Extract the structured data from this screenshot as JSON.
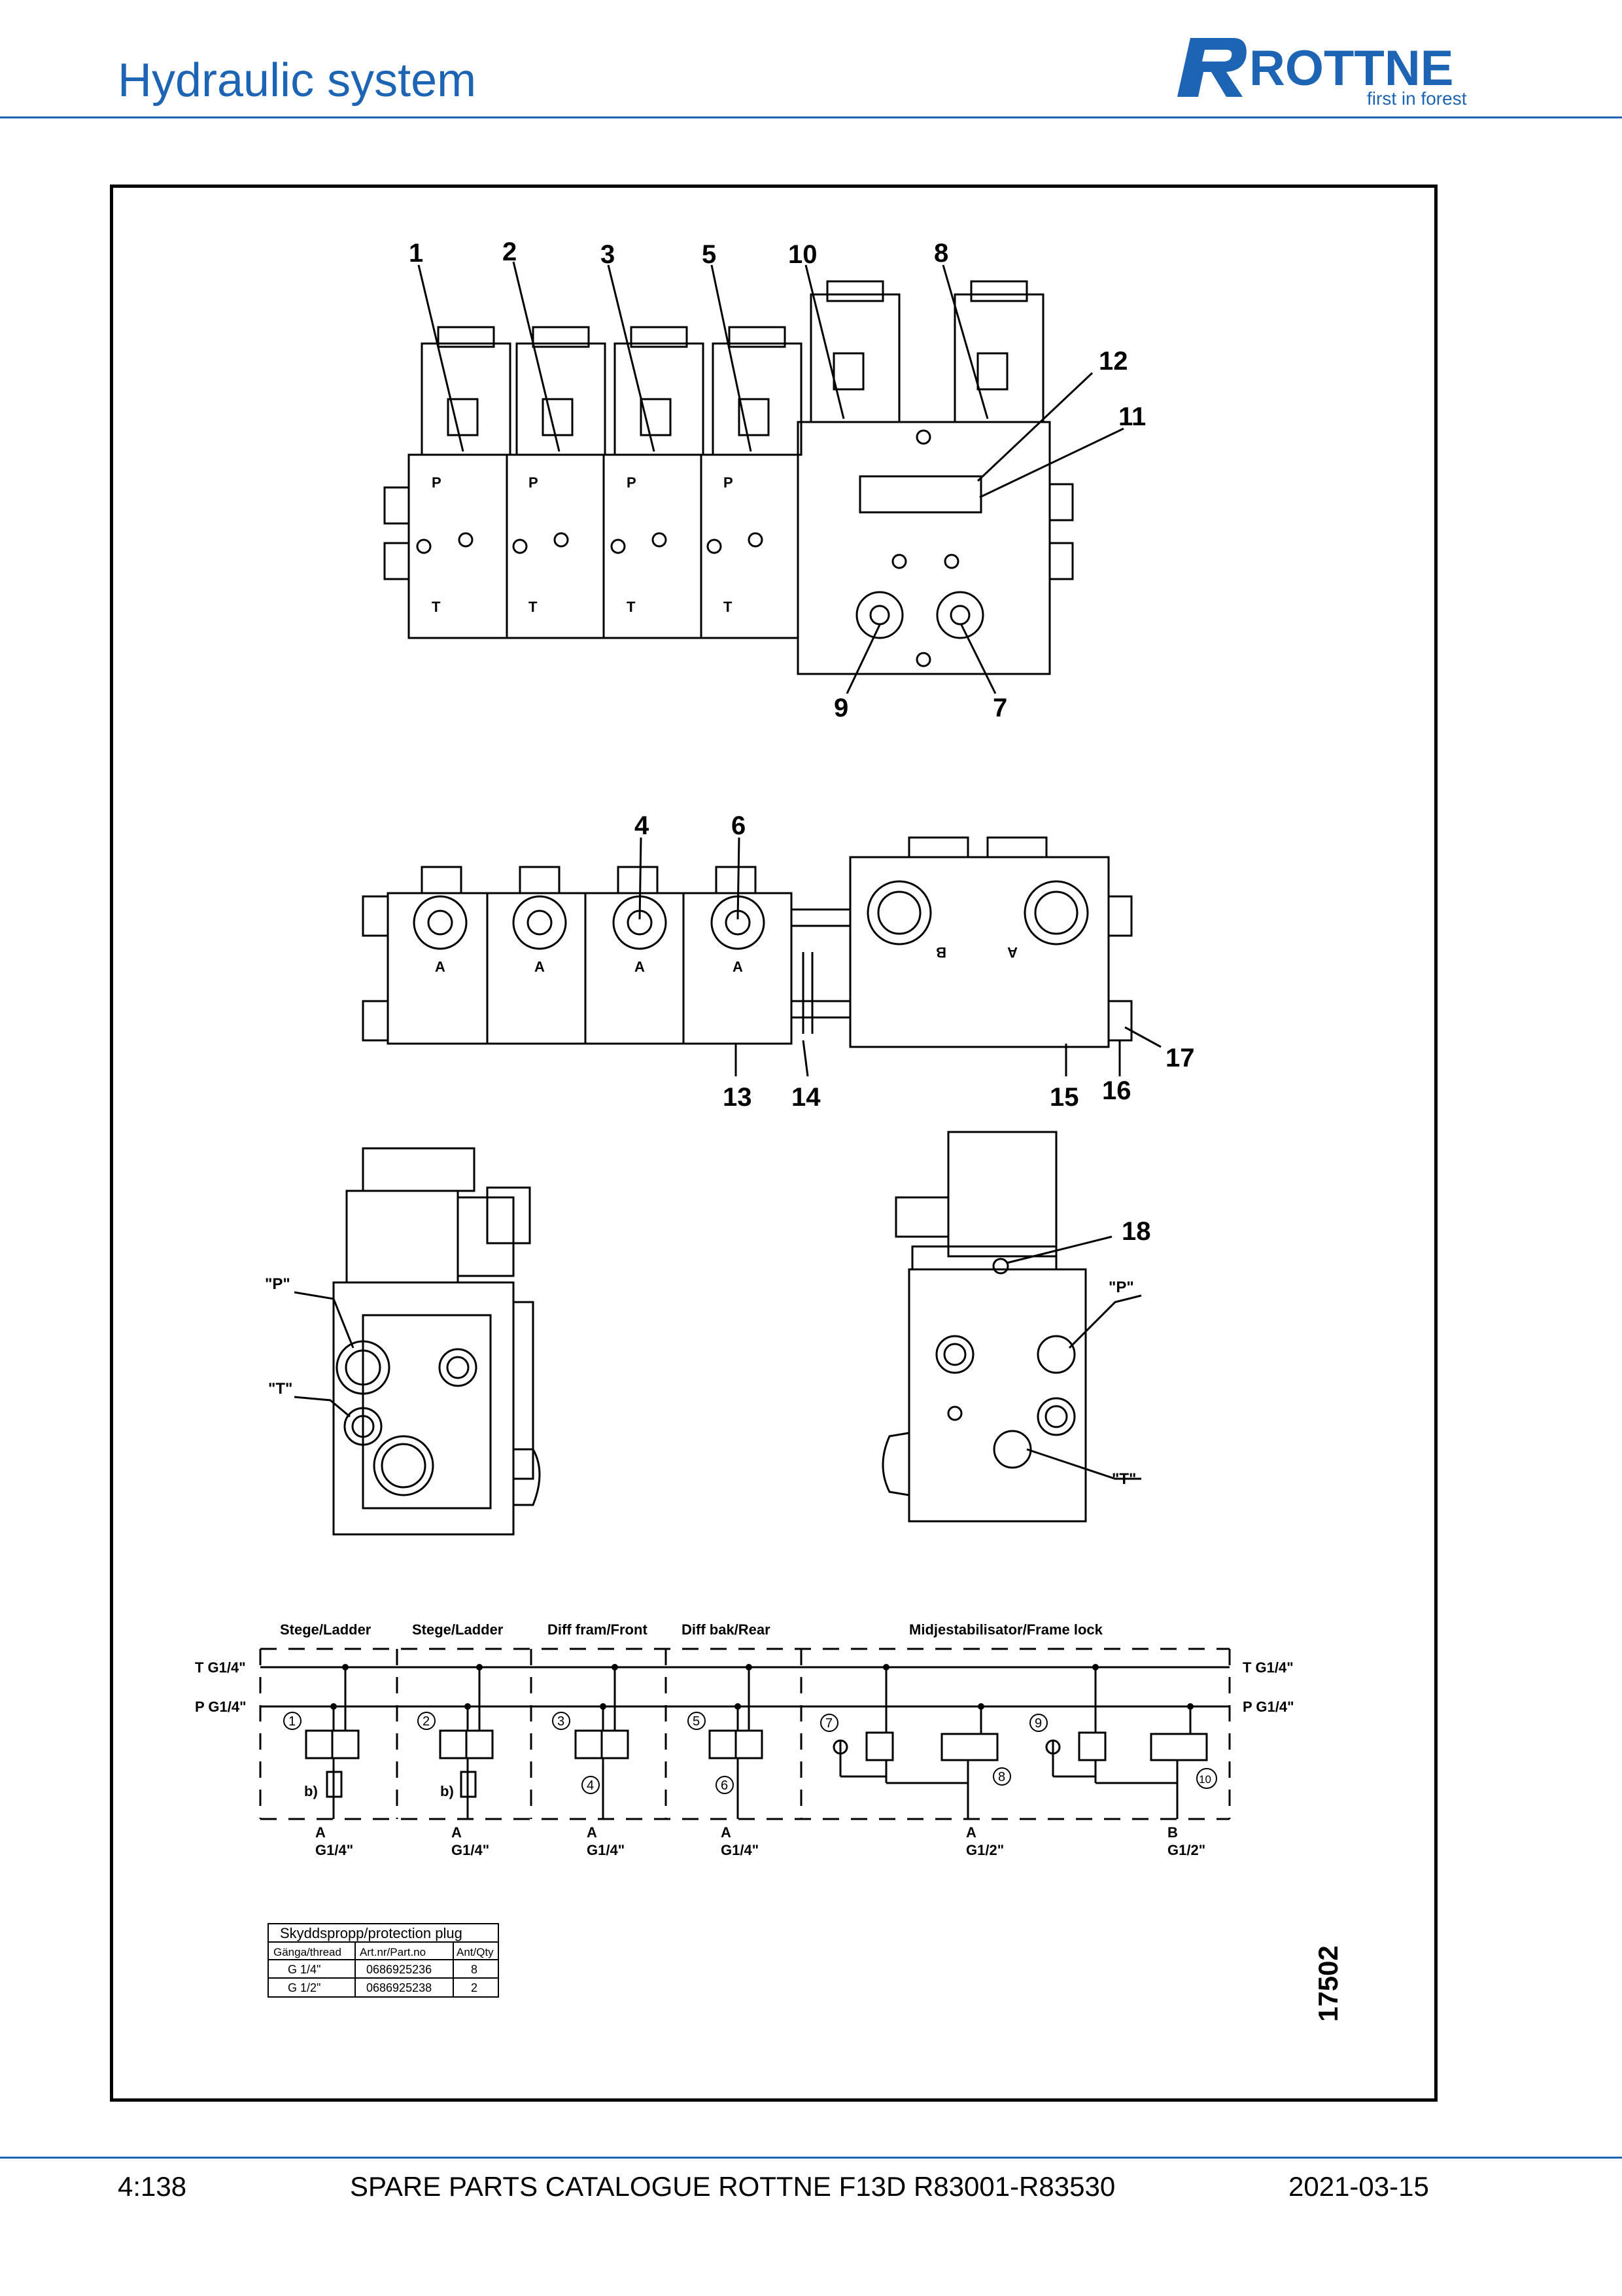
{
  "header": {
    "title": "Hydraulic system",
    "logo_text": "ROTTNE",
    "logo_tagline": "first in forest",
    "brand_color": "#1e64b4"
  },
  "drawing": {
    "id": "17502",
    "callouts": [
      "1",
      "2",
      "3",
      "5",
      "10",
      "8",
      "12",
      "11",
      "9",
      "7",
      "4",
      "6",
      "13",
      "14",
      "15",
      "16",
      "17",
      "18"
    ],
    "port_labels": {
      "p": "P",
      "t": "T",
      "a": "A",
      "b": "B",
      "p_quoted": "\"P\"",
      "t_quoted": "\"T\""
    },
    "schematic": {
      "sections": [
        "Stege/Ladder",
        "Stege/Ladder",
        "Diff fram/Front",
        "Diff bak/Rear",
        "Midjestabilisator/Frame lock"
      ],
      "t_port": "T G1/4\"",
      "p_port": "P G1/4\"",
      "a_thread_small": "G1/4\"",
      "a_thread_large": "G1/2\"",
      "b_mark": "b)",
      "valve_numbers": [
        "1",
        "2",
        "3",
        "5",
        "7",
        "9",
        "4",
        "6",
        "8",
        "10"
      ]
    },
    "plug_table": {
      "title": "Skyddspropp/protection plug",
      "headers": [
        "Gänga/thread",
        "Art.nr/Part.no",
        "Ant/Qty"
      ],
      "rows": [
        [
          "G 1/4\"",
          "0686925236",
          "8"
        ],
        [
          "G 1/2\"",
          "0686925238",
          "2"
        ]
      ]
    }
  },
  "footer": {
    "page": "4:138",
    "catalogue": "SPARE PARTS CATALOGUE ROTTNE F13D R83001-R83530",
    "date": "2021-03-15"
  }
}
